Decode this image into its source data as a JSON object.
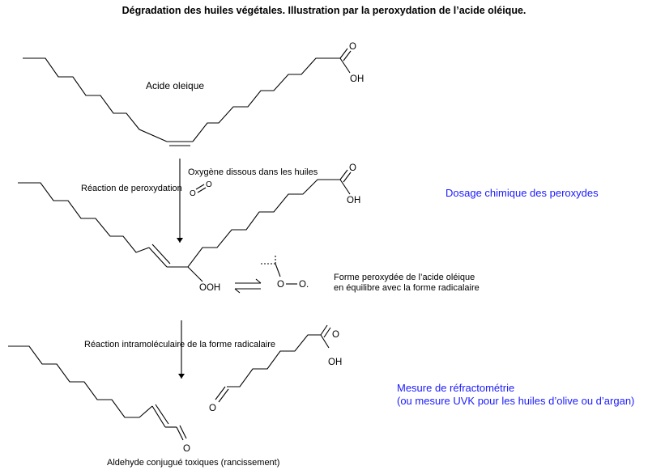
{
  "title": "Dégradation des huiles végétales. Illustration par la peroxydation de l’acide oléique.",
  "molecules": {
    "oleic_acid": {
      "name": "Acide oleique",
      "carbonyl_o": "O",
      "hydroxyl": "OH"
    },
    "peroxide": {
      "hydroperoxide": "OOH",
      "carbonyl_o": "O",
      "hydroxyl": "OH"
    },
    "aldehyde": {
      "aldehyde_o": "O",
      "name": "Aldehyde conjugué toxiques (rancissement)"
    },
    "diacid": {
      "acid_o": "O",
      "acid_oh": "OH",
      "aldehyde_o": "O"
    },
    "radical": {
      "o1": "O",
      "o2": "O."
    },
    "oxygen": {
      "o_left": "O",
      "o_right": "O"
    }
  },
  "steps": {
    "peroxidation": "Réaction de peroxydation",
    "oxygen": "Oxygène dissous dans les huiles",
    "peroxide_form_line1": "Forme peroxydée de l’acide oléique",
    "peroxide_form_line2": "en équilibre avec la forme radicalaire",
    "intramolecular": "Réaction intramoléculaire de la forme radicalaire"
  },
  "measures": {
    "chemical": "Dosage chimique des peroxydes",
    "refracto_line1": "Mesure de réfractométrie",
    "refracto_line2": "(ou mesure UVK pour les huiles d’olive ou d’argan)"
  },
  "colors": {
    "annotation": "#1a1aff",
    "lines": "#000000"
  }
}
